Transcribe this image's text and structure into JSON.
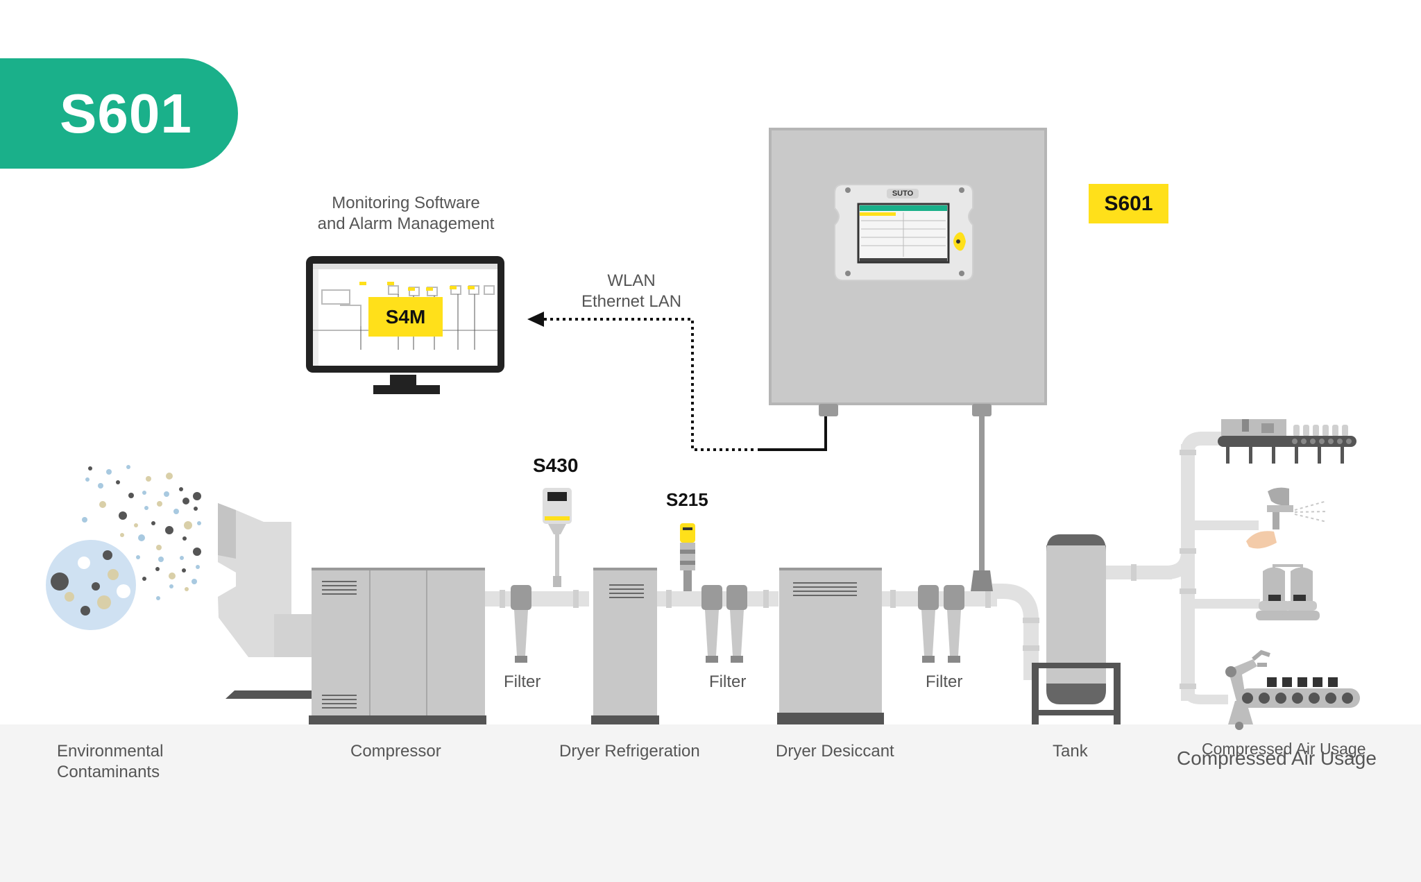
{
  "header": {
    "badge": "S601"
  },
  "monitoring": {
    "caption_line1": "Monitoring Software",
    "caption_line2": "and Alarm Management",
    "software_tag": "S4M"
  },
  "link": {
    "line1": "WLAN",
    "line2": "Ethernet LAN"
  },
  "logger": {
    "tag": "S601",
    "brand": "SUTO"
  },
  "sensors": {
    "dewpoint_tag": "S430",
    "flow_tag": "S215"
  },
  "filters": [
    "Filter",
    "Filter",
    "Filter"
  ],
  "stations": {
    "environment_line1": "Environmental",
    "environment_line2": "Contaminants",
    "compressor": "Compressor",
    "dryer_refrigeration": "Dryer Refrigeration",
    "dryer_desiccant": "Dryer Desiccant",
    "tank": "Tank",
    "usage_a": "Compressed Air Usage",
    "usage_b": "Compressed Air Usage"
  },
  "colors": {
    "accent_green": "#1ab08a",
    "tag_yellow": "#ffe01a",
    "machine_gray": "#c9c9c9",
    "pipe_gray": "#e1e1e1"
  }
}
